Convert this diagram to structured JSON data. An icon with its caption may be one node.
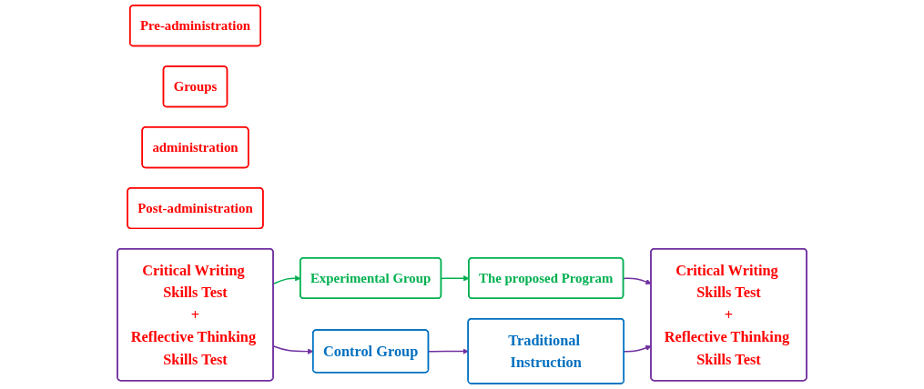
{
  "diagram": {
    "nodes": [
      {
        "text": [
          "Pre-administration"
        ]
      },
      {
        "text": [
          "Groups"
        ]
      },
      {
        "text": [
          "administration"
        ]
      },
      {
        "text": [
          "Post-administration"
        ]
      },
      {
        "text": [
          "Critical Writing Skills Test",
          "+",
          "Reflective Thinking Skills Test"
        ]
      },
      {
        "text": [
          "Experimental Group"
        ]
      },
      {
        "text": [
          "The proposed Program"
        ]
      },
      {
        "text": [
          "Control Group"
        ]
      },
      {
        "text": [
          "Traditional Instruction"
        ]
      },
      {
        "text": [
          "Critical Writing Skills Test",
          "+",
          "Reflective Thinking Skills Test"
        ]
      }
    ],
    "edges": [
      {
        "from": 4,
        "to": 5,
        "arrow": "to",
        "color": "#00b050"
      },
      {
        "from": 5,
        "to": 6,
        "arrow": "to",
        "color": "#00b050"
      },
      {
        "from": 6,
        "to": 9,
        "arrow": "to"
      },
      {
        "from": 4,
        "to": 7,
        "arrow": "to"
      },
      {
        "from": 7,
        "to": 8,
        "arrow": "to"
      },
      {
        "from": 8,
        "to": 9,
        "arrow": "to"
      }
    ]
  }
}
